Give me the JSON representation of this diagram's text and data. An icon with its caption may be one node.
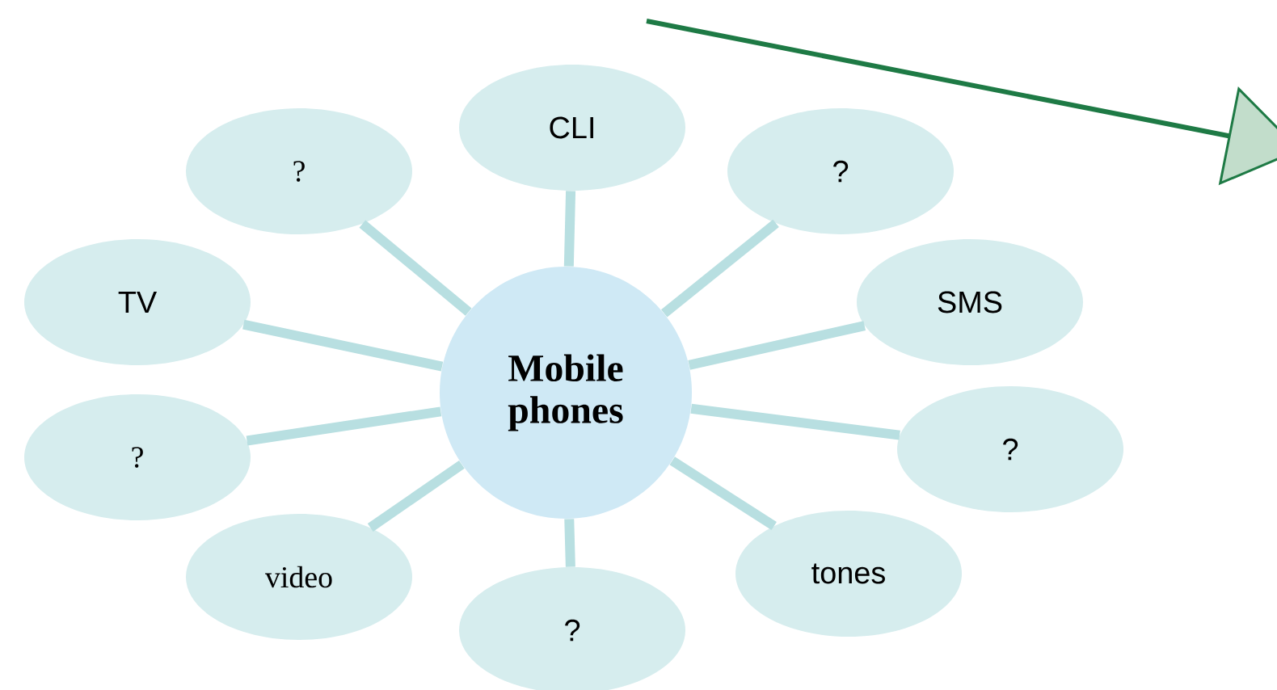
{
  "diagram": {
    "nodes": [
      {
        "text": [
          "Mobile phones"
        ]
      },
      {
        "text": [
          "CLI"
        ]
      },
      {
        "text": [
          "?"
        ]
      },
      {
        "text": [
          "?"
        ]
      },
      {
        "text": [
          "TV"
        ]
      },
      {
        "text": [
          "SMS"
        ]
      },
      {
        "text": [
          "?"
        ]
      },
      {
        "text": [
          "?"
        ]
      },
      {
        "text": [
          "video"
        ]
      },
      {
        "text": [
          "tones"
        ]
      },
      {
        "text": [
          "?"
        ]
      }
    ],
    "edges": [
      {
        "from": 0,
        "to": 1,
        "arrow": "none"
      },
      {
        "from": 0,
        "to": 2,
        "arrow": "none"
      },
      {
        "from": 0,
        "to": 3,
        "arrow": "none"
      },
      {
        "from": 0,
        "to": 4,
        "arrow": "none"
      },
      {
        "from": 0,
        "to": 5,
        "arrow": "none"
      },
      {
        "from": 0,
        "to": 6,
        "arrow": "none"
      },
      {
        "from": 0,
        "to": 7,
        "arrow": "none"
      },
      {
        "from": 0,
        "to": 8,
        "arrow": "none"
      },
      {
        "from": 0,
        "to": 9,
        "arrow": "none"
      },
      {
        "from": 0,
        "to": 10,
        "arrow": "none"
      }
    ]
  }
}
